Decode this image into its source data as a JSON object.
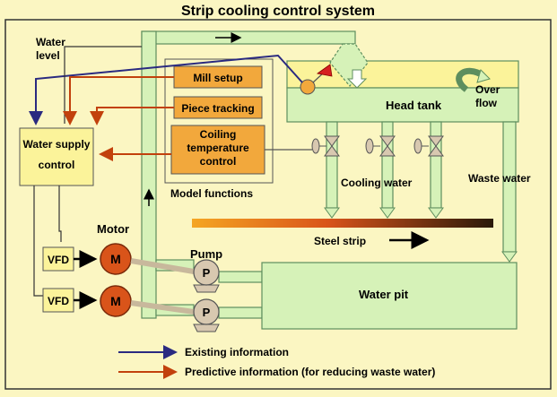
{
  "title": "Strip cooling control system",
  "labels": {
    "water_level": [
      "Water",
      "level"
    ],
    "water_supply": [
      "Water supply",
      "control"
    ],
    "mill_setup": "Mill setup",
    "piece_tracking": "Piece tracking",
    "coiling": [
      "Coiling",
      "temperature",
      "control"
    ],
    "model_functions": "Model functions",
    "head_tank": "Head tank",
    "overflow": [
      "Over",
      "flow"
    ],
    "cooling_water": "Cooling water",
    "waste_water": "Waste water",
    "steel_strip": "Steel strip",
    "motor": "Motor",
    "pump": "Pump",
    "vfd": "VFD",
    "m": "M",
    "p": "P",
    "water_pit": "Water pit"
  },
  "legend": {
    "existing": "Existing information",
    "predictive": "Predictive information (for reducing waste water)"
  },
  "colors": {
    "background": "#FBF6C2",
    "pipe": "#D6F2B8",
    "pipe_stroke": "#5E8E5E",
    "existing_arrow": "#2A2A80",
    "predictive_arrow": "#C2410C",
    "function_box": "#F2A83C",
    "motor": "#D9541A",
    "pump": "#D8C8B0"
  }
}
